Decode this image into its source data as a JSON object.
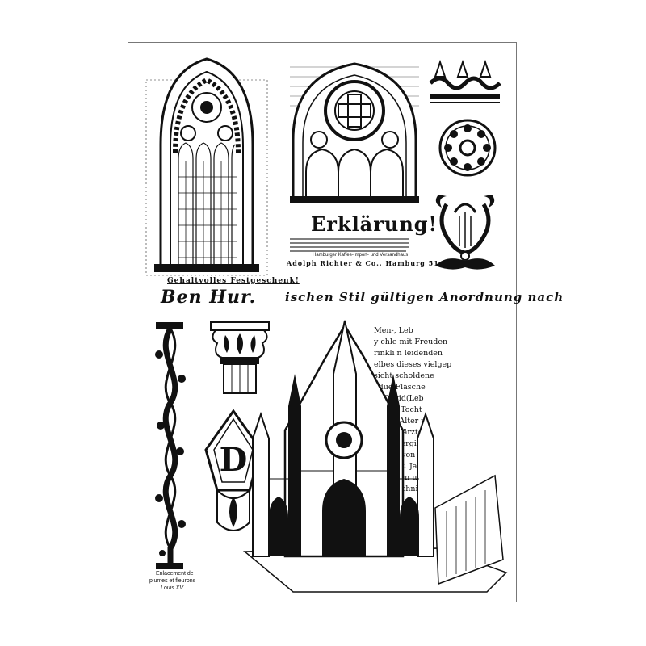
{
  "texts": {
    "window_caption": "Gehaltvolles Festgeschenk!",
    "ben_hur": "Ben Hur.",
    "erklaerung_title": "Erklärung!",
    "ad_line1": "Hamburger Kaffee-Import- und Versandhaus",
    "ad_line2": "Adolph Richter & Co., Hamburg 51.",
    "script_line": "ischen Stil gültigen Anordnung nach",
    "enlacement_1": "Enlacement de",
    "enlacement_2": "plumes et fleurons",
    "enlacement_3": "Louis XV",
    "initial_letter": "D"
  },
  "newspaper_lines": [
    "Men-, Leb",
    "y chle mit Freuden",
    "rinkli n leidenden",
    "elbes dieses vielgep",
    "sicht scholdene",
    "adue Fläsche",
    "h. David(Leb",
    "Meine Tocht",
    "ihrem Alter w",
    "krheur ärzte",
    "ung übergin",
    "nlager von de",
    "g erholt. Ja",
    "sprechen unser",
    "Zahntechnik"
  ],
  "colors": {
    "ink": "#111111",
    "border": "#777777"
  }
}
